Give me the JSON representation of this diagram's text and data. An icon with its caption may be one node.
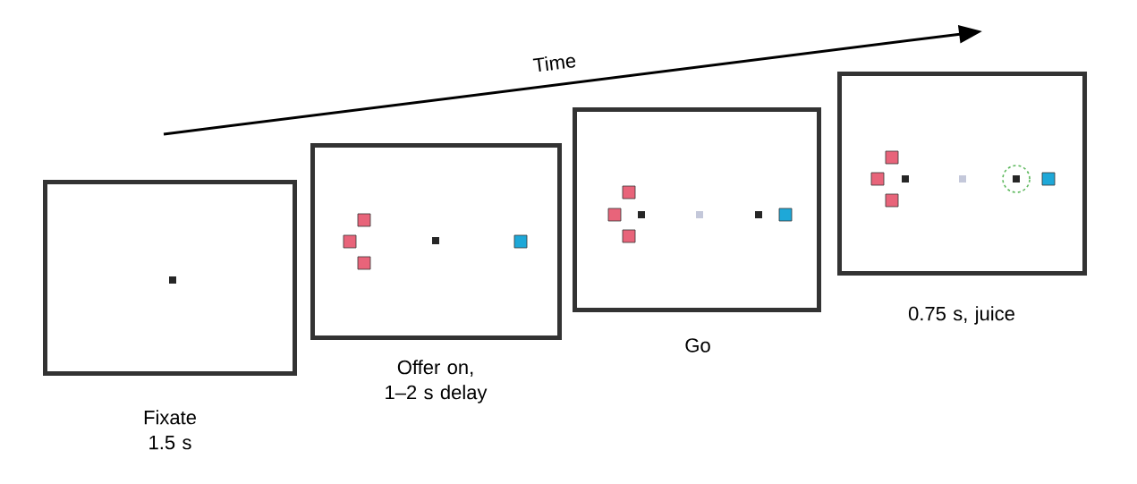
{
  "diagram": {
    "nodes": [
      {
        "text": [
          "Fixate 1.5 s"
        ]
      },
      {
        "text": [
          "Offer on, 1–2 s delay"
        ]
      },
      {
        "text": [
          "Go"
        ]
      },
      {
        "text": [
          "0.75 s, juice"
        ]
      }
    ],
    "labels": [
      "Time"
    ]
  }
}
